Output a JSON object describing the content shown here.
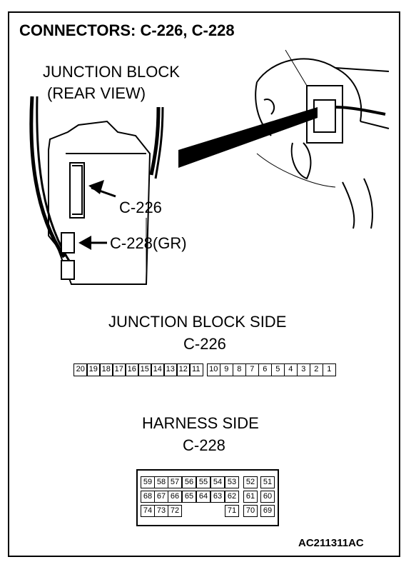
{
  "title": "CONNECTORS: C-226, C-228",
  "junction_block_label": "JUNCTION BLOCK",
  "rear_view_label": "(REAR VIEW)",
  "callouts": {
    "c226": "C-226",
    "c228": "C-228(GR)"
  },
  "junction_side": {
    "heading": "JUNCTION BLOCK SIDE",
    "connector": "C-226",
    "pins": [
      "20",
      "19",
      "18",
      "17",
      "16",
      "15",
      "14",
      "13",
      "12",
      "11",
      "10",
      "9",
      "8",
      "7",
      "6",
      "5",
      "4",
      "3",
      "2",
      "1"
    ]
  },
  "harness_side": {
    "heading": "HARNESS SIDE",
    "connector": "C-228",
    "rows": [
      [
        "59",
        "58",
        "57",
        "56",
        "55",
        "54",
        "53",
        "52",
        "51"
      ],
      [
        "68",
        "67",
        "66",
        "65",
        "64",
        "63",
        "62",
        "61",
        "60"
      ],
      [
        "74",
        "73",
        "72",
        "",
        "",
        "",
        "71",
        "70",
        "69"
      ]
    ]
  },
  "figure_code": "AC211311AC"
}
